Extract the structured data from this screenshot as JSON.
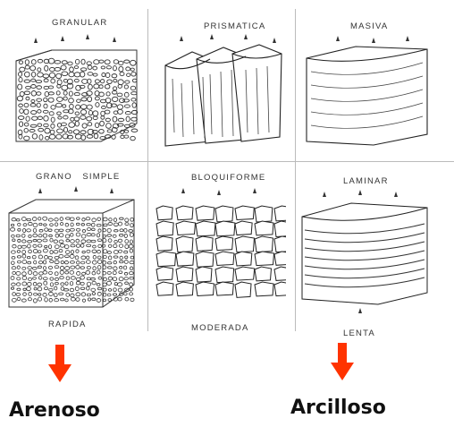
{
  "panels": [
    {
      "id": "granular",
      "label": "GRANULAR"
    },
    {
      "id": "prismatica",
      "label": "PRISMATICA"
    },
    {
      "id": "masiva",
      "label": "MASIVA"
    },
    {
      "id": "grano-simple",
      "label": "GRANO   SIMPLE"
    },
    {
      "id": "bloquiforme",
      "label": "BLOQUIFORME"
    },
    {
      "id": "laminar",
      "label": "LAMINAR"
    }
  ],
  "speed_labels": {
    "left": "RAPIDA",
    "middle": "MODERADA",
    "right": "LENTA"
  },
  "results": {
    "left": "Arenoso",
    "right": "Arcilloso"
  },
  "colors": {
    "arrow": "#ff3300",
    "ink": "#333333"
  }
}
